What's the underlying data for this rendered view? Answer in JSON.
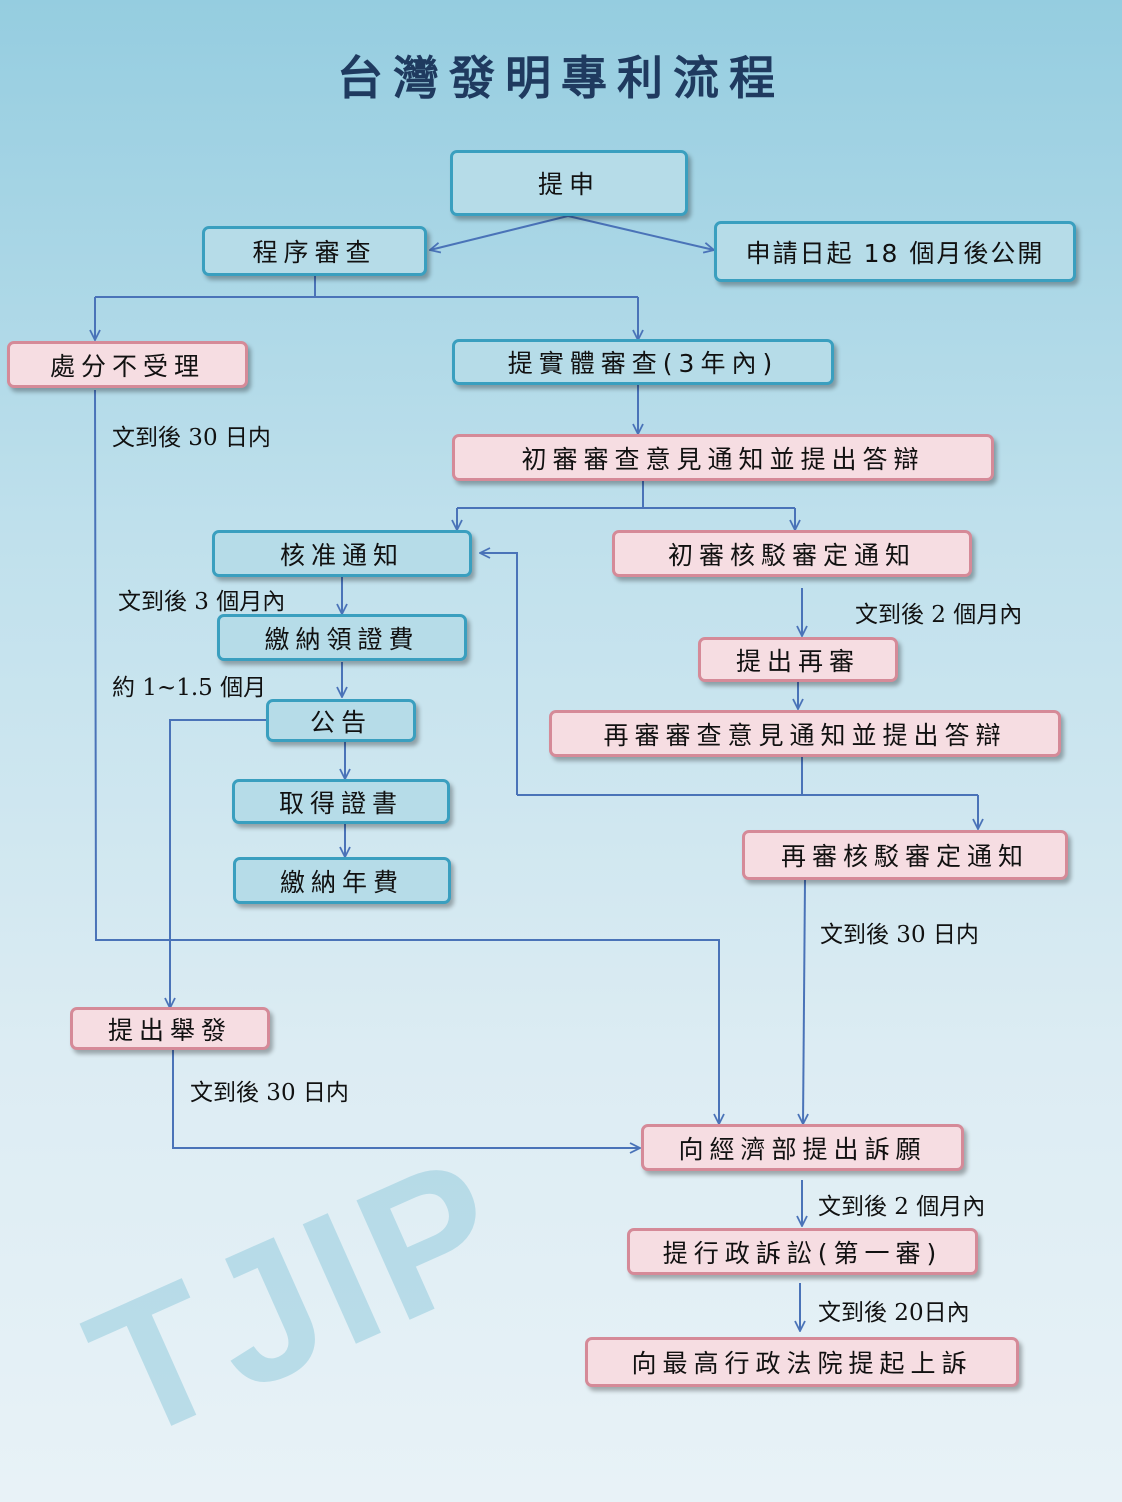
{
  "title": "台灣發明專利流程",
  "watermark": "TJIP",
  "colors": {
    "blue_fill": "#b6dce8",
    "blue_border": "#3a9fbf",
    "pink_fill": "#f6dde2",
    "pink_border": "#d58a98",
    "arrow": "#4a73b8",
    "title": "#1f3a5f"
  },
  "nodes": {
    "filing": "提申",
    "formality": "程序審查",
    "publication": "申請日起 18 個月後公開",
    "rejection": "處分不受理",
    "request_exam": "提實體審查(3年內)",
    "first_office_action": "初審審查意見通知並提出答辯",
    "allowance": "核准通知",
    "first_rejection": "初審核駁審定通知",
    "pay_cert_fee": "繳納領證費",
    "re_exam": "提出再審",
    "announcement": "公告",
    "re_exam_action": "再審審查意見通知並提出答辯",
    "certificate": "取得證書",
    "re_exam_rejection": "再審核駁審定通知",
    "annuity": "繳納年費",
    "invalidation": "提出舉發",
    "appeal": "向經濟部提出訴願",
    "admin_litigation": "提行政訴訟(第一審)",
    "supreme_appeal": "向最高行政法院提起上訴"
  },
  "notes": {
    "rejection_30d": "文到後 30 日内",
    "allowance_3m": "文到後 3 個月內",
    "announce_time": "約 1~1.5 個月",
    "first_rejection_2m": "文到後 2 個月內",
    "re_exam_rejection_30d": "文到後 30 日内",
    "invalidation_30d": "文到後 30 日内",
    "appeal_2m": "文到後 2 個月內",
    "litigation_20d": "文到後 20日內"
  }
}
